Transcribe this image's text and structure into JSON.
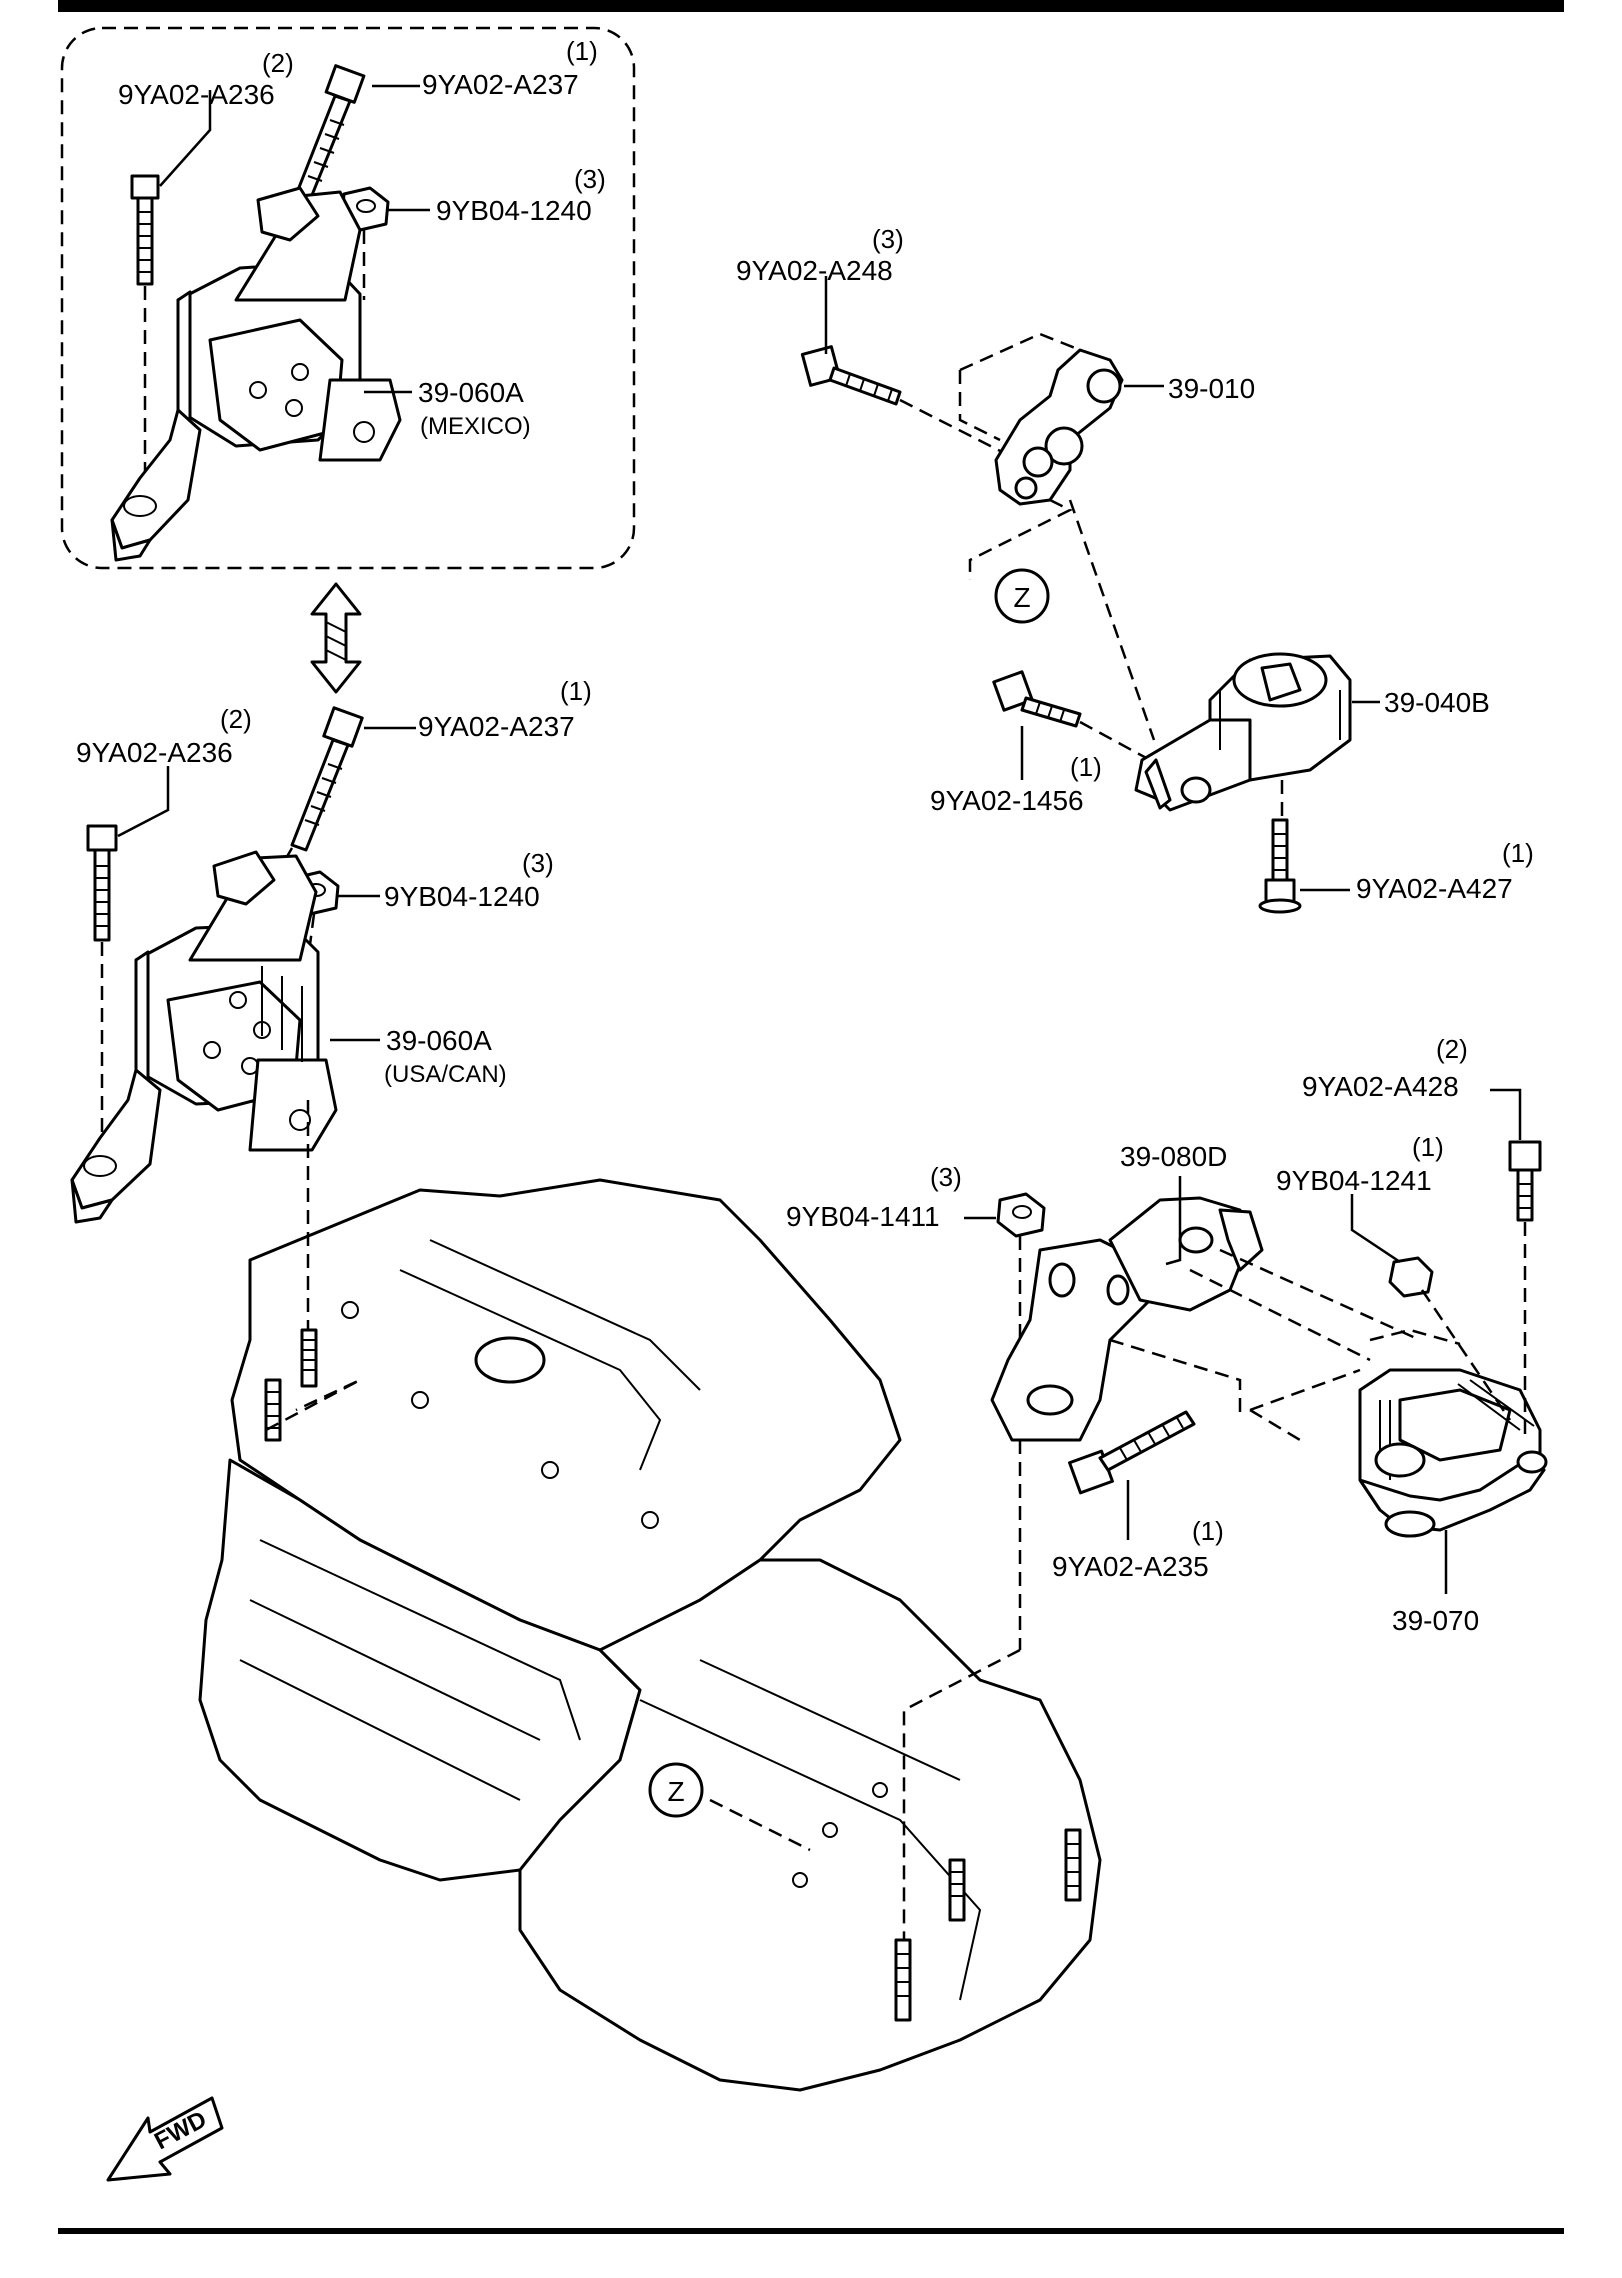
{
  "callouts": {
    "mx_bolt_long": {
      "part": "9YA02-A236",
      "qty": "(2)"
    },
    "mx_bolt_top": {
      "part": "9YA02-A237",
      "qty": "(1)"
    },
    "mx_nut": {
      "part": "9YB04-1240",
      "qty": "(3)"
    },
    "mx_mount": {
      "part": "39-060A",
      "note": "(MEXICO)"
    },
    "us_bolt_long": {
      "part": "9YA02-A236",
      "qty": "(2)"
    },
    "us_bolt_top": {
      "part": "9YA02-A237",
      "qty": "(1)"
    },
    "us_nut": {
      "part": "9YB04-1240",
      "qty": "(3)"
    },
    "us_mount": {
      "part": "39-060A",
      "note": "(USA/CAN)"
    },
    "rod_bolt": {
      "part": "9YA02-A248",
      "qty": "(3)"
    },
    "rod_link": {
      "part": "39-010"
    },
    "rear_mount": {
      "part": "39-040B"
    },
    "rear_bolt_a": {
      "part": "9YA02-1456",
      "qty": "(1)"
    },
    "rear_bolt_b": {
      "part": "9YA02-A427",
      "qty": "(1)"
    },
    "bracket": {
      "part": "39-080D"
    },
    "bracket_nut": {
      "part": "9YB04-1411",
      "qty": "(3)"
    },
    "tm_bolt_a": {
      "part": "9YA02-A428",
      "qty": "(2)"
    },
    "tm_nut": {
      "part": "9YB04-1241",
      "qty": "(1)"
    },
    "bracket_bolt": {
      "part": "9YA02-A235",
      "qty": "(1)"
    },
    "tm_mount": {
      "part": "39-070"
    }
  },
  "markers": {
    "z_ref": "Z"
  },
  "direction": {
    "fwd": "FWD"
  }
}
